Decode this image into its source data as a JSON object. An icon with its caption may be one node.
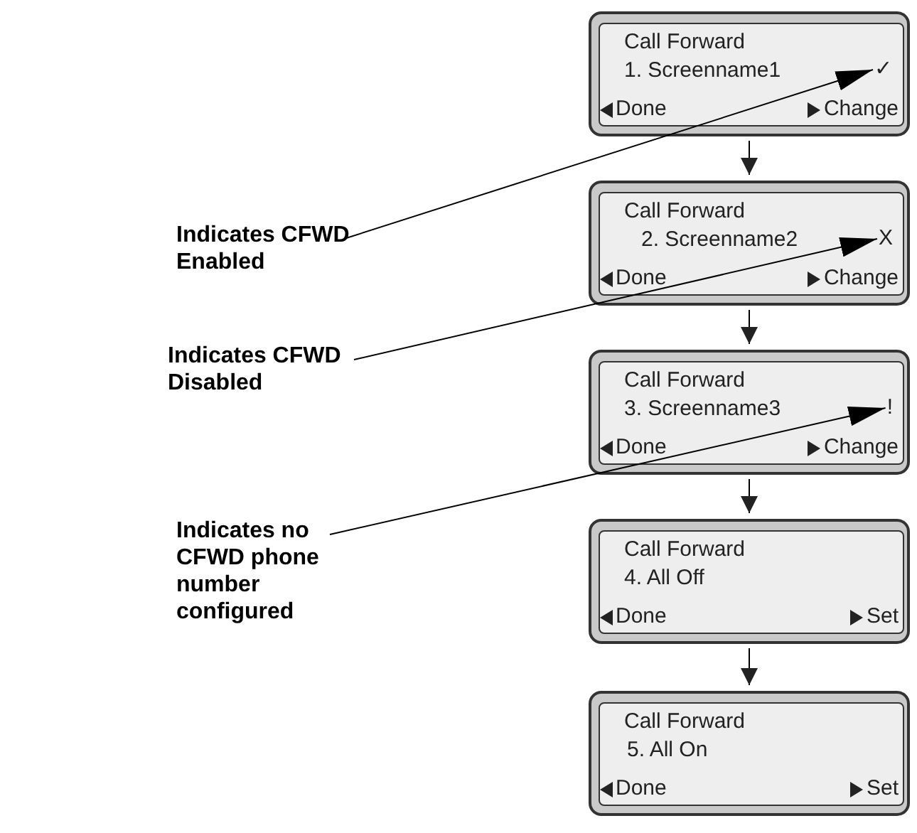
{
  "diagram": {
    "nodes": [
      {
        "text": [
          "Call Forward",
          "1. Screenname1",
          "Done",
          "Change"
        ]
      },
      {
        "text": [
          "✓"
        ],
        "in": 0
      },
      {
        "text": [
          "Indicates CFWD Enabled"
        ]
      },
      {
        "text": [
          "Call Forward",
          "2. Screenname2",
          "Done",
          "Change"
        ]
      },
      {
        "text": [
          "X"
        ],
        "in": 3
      },
      {
        "text": [
          "Indicates CFWD Disabled"
        ]
      },
      {
        "text": [
          "Call Forward",
          "3. Screenname3",
          "Done",
          "Change"
        ]
      },
      {
        "text": [
          "!"
        ],
        "in": 6
      },
      {
        "text": [
          "Indicates no CFWD phone number configured"
        ]
      },
      {
        "text": [
          "Call Forward",
          "4. All Off",
          "Done",
          "Set"
        ]
      },
      {
        "text": [
          "Call Forward",
          "5. All On",
          "Done",
          "Set"
        ]
      }
    ],
    "edges": [
      {
        "from": 0,
        "to": 3,
        "arrow": "to"
      },
      {
        "from": 3,
        "to": 6,
        "arrow": "to"
      },
      {
        "from": 6,
        "to": 9,
        "arrow": "to"
      },
      {
        "from": 9,
        "to": 10,
        "arrow": "to"
      },
      {
        "from": 2,
        "to": 1,
        "arrow": "to"
      },
      {
        "from": 5,
        "to": 4,
        "arrow": "to"
      },
      {
        "from": 8,
        "to": 7,
        "arrow": "to"
      }
    ]
  }
}
